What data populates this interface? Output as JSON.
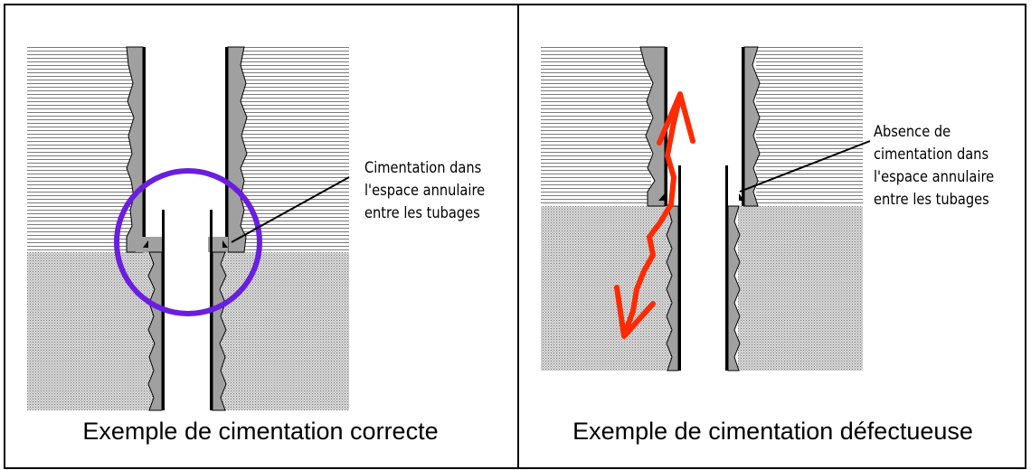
{
  "panels": [
    {
      "caption": "Exemple de cimentation correcte",
      "annotation": [
        "Cimentation dans",
        "l'espace annulaire",
        "entre les tubages"
      ]
    },
    {
      "caption": "Exemple de cimentation défectueuse",
      "annotation": [
        "Absence de",
        "cimentation dans",
        "l'espace annulaire",
        "entre les tubages"
      ]
    }
  ],
  "colors": {
    "highlight_circle": "#6a1ee0",
    "leak_arrow": "#ff2a00",
    "cement": "#a0a0a0",
    "formation_lines": "#7a7a7a"
  }
}
